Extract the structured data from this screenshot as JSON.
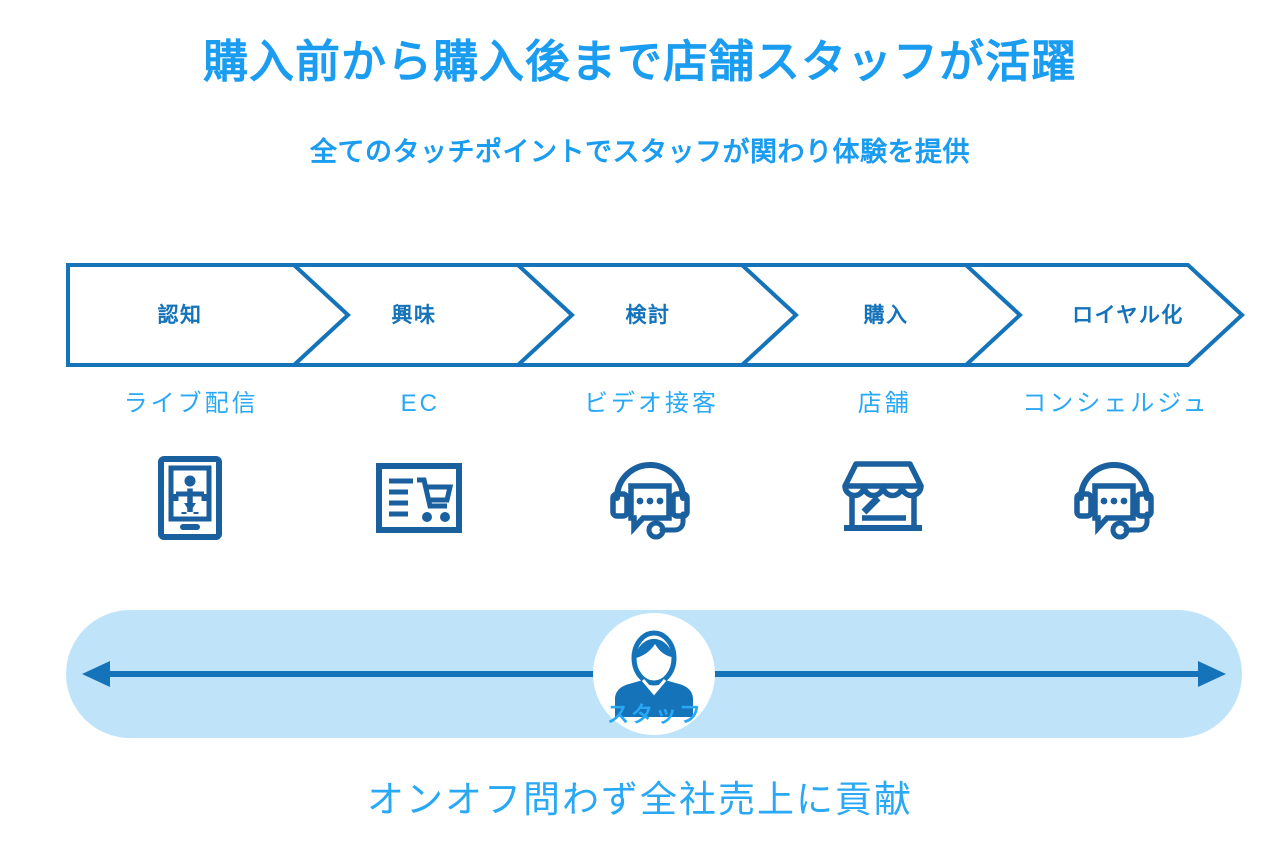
{
  "title": "購入前から購入後まで店舗スタッフが活躍",
  "subtitle": "全てのタッチポイントでスタッフが関わり体験を提供",
  "footer_caption": "オンオフ問わず全社売上に貢献",
  "colors": {
    "bright_blue": "#1A9CF0",
    "light_blue_text": "#29A8F5",
    "chevron_stroke": "#1573B9",
    "icon_blue": "#1A5F9E",
    "band_fill": "#BFE4FA",
    "arrow_blue": "#1573B9",
    "background": "#FFFFFF"
  },
  "journey": {
    "stages": [
      {
        "label": "認知"
      },
      {
        "label": "興味"
      },
      {
        "label": "検討"
      },
      {
        "label": "購入"
      },
      {
        "label": "ロイヤル化"
      }
    ]
  },
  "touchpoints": [
    {
      "label": "ライブ配信",
      "icon": "smartphone-person-icon"
    },
    {
      "label": "EC",
      "icon": "browser-shopping-cart-icon"
    },
    {
      "label": "ビデオ接客",
      "icon": "headset-chat-icon"
    },
    {
      "label": "店舗",
      "icon": "storefront-icon"
    },
    {
      "label": "コンシェルジュ",
      "icon": "headset-chat-icon"
    }
  ],
  "staff_band": {
    "caption": "スタッフ",
    "avatar_icon": "staff-avatar-icon",
    "arrow_icon": "double-headed-arrow-icon"
  }
}
